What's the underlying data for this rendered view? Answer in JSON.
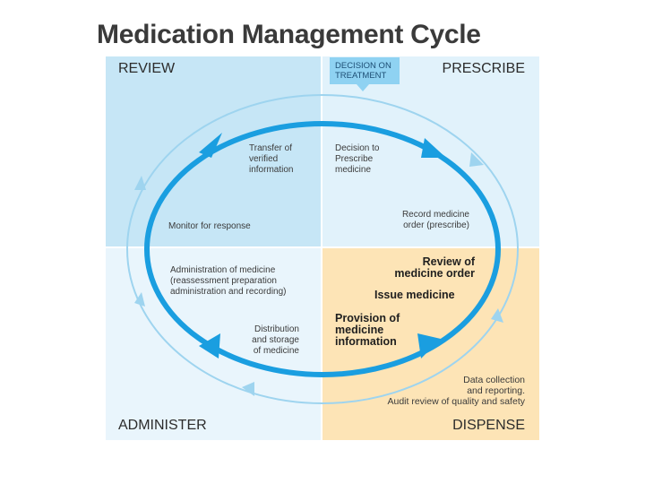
{
  "title": "Medication Management Cycle",
  "quadrants": {
    "review": "REVIEW",
    "prescribe": "PRESCRIBE",
    "administer": "ADMINISTER",
    "dispense": "DISPENSE"
  },
  "badge": "DECISION ON\nTREATMENT",
  "steps": {
    "transfer": "Transfer of\nverified\ninformation",
    "decision": "Decision to\nPrescribe\nmedicine",
    "record": "Record medicine\norder (prescribe)",
    "monitor": "Monitor for response",
    "administration": "Administration of medicine\n(reassessment preparation\nadministration and recording)",
    "distribution": "Distribution\nand storage\nof medicine",
    "review_order": "Review of\nmedicine order",
    "issue": "Issue medicine",
    "provision": "Provision of\nmedicine\ninformation",
    "data_collection": "Data collection\nand reporting.\nAudit review of quality and safety"
  },
  "colors": {
    "review_bg": "#c6e6f6",
    "prescribe_bg": "#e1f2fb",
    "administer_bg": "#e9f5fc",
    "dispense_bg": "#fde4b6",
    "cycle_inner": "#1a9ee0",
    "cycle_outer": "#9ed4ef"
  }
}
